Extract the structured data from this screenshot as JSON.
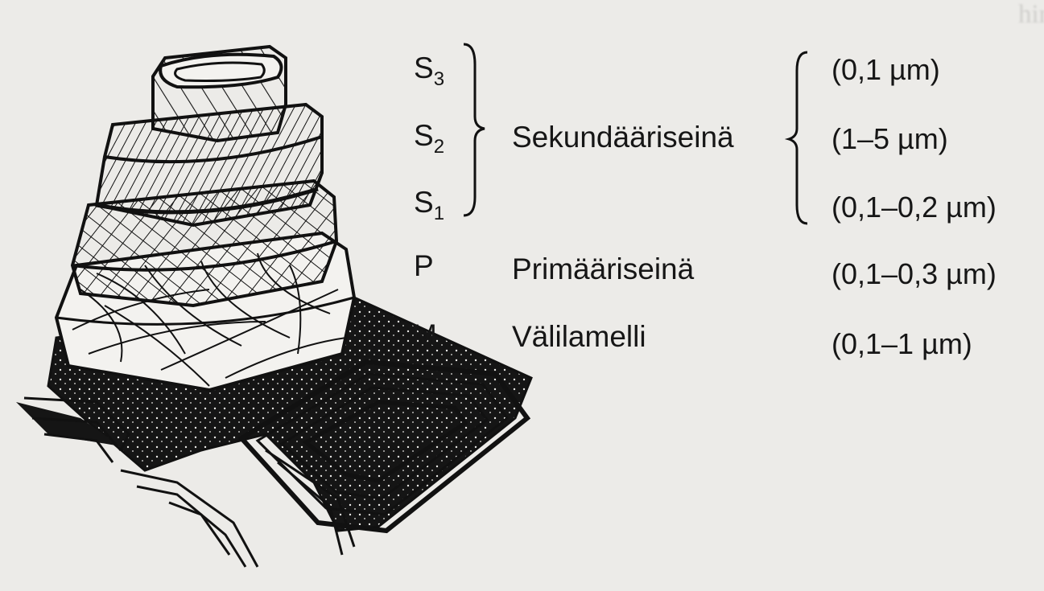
{
  "layers": [
    {
      "letter": "S",
      "sub": "3",
      "name": "",
      "thickness": "(0,1 µm)"
    },
    {
      "letter": "S",
      "sub": "2",
      "name": "",
      "thickness": "(1–5 µm)"
    },
    {
      "letter": "S",
      "sub": "1",
      "name": "",
      "thickness": "(0,1–0,2 µm)"
    },
    {
      "letter": "P",
      "sub": "",
      "name": "Primääriseinä",
      "thickness": "(0,1–0,3 µm)"
    },
    {
      "letter": "M",
      "sub": "",
      "name": "Välilamelli",
      "thickness": "(0,1–1 µm)"
    }
  ],
  "group_label": "Sekundääriseinä",
  "colors": {
    "ink": "#161616",
    "paper": "#ecebe8"
  }
}
